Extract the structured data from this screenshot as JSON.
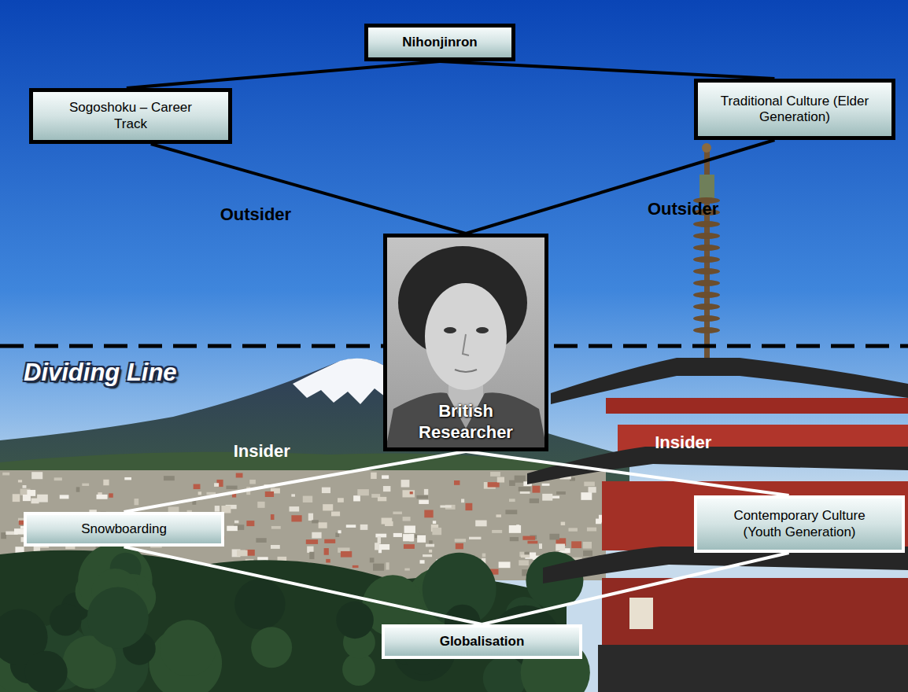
{
  "diagram": {
    "nodes": [
      {
        "text": [
          "Nihonjinron"
        ]
      },
      {
        "text": [
          "Sogoshoku – Career Track"
        ]
      },
      {
        "text": [
          "Traditional Culture (Elder Generation)"
        ]
      },
      {
        "text": [
          "British Researcher"
        ]
      },
      {
        "text": [
          "Snowboarding"
        ]
      },
      {
        "text": [
          "Contemporary Culture (Youth Generation)"
        ]
      },
      {
        "text": [
          "Globalisation"
        ]
      }
    ],
    "edges": [
      {
        "from": 0,
        "to": 1,
        "arrow": "none"
      },
      {
        "from": 0,
        "to": 2,
        "arrow": "none"
      },
      {
        "from": 1,
        "to": 3,
        "label": "Outsider",
        "arrow": "none"
      },
      {
        "from": 2,
        "to": 3,
        "label": "Outsider",
        "arrow": "none"
      },
      {
        "from": 3,
        "to": 4,
        "label": "Insider",
        "arrow": "none"
      },
      {
        "from": 3,
        "to": 5,
        "label": "Insider",
        "arrow": "none"
      },
      {
        "from": 4,
        "to": 6,
        "arrow": "none"
      },
      {
        "from": 5,
        "to": 6,
        "arrow": "none"
      }
    ],
    "labels": [
      "Dividing Line"
    ]
  }
}
